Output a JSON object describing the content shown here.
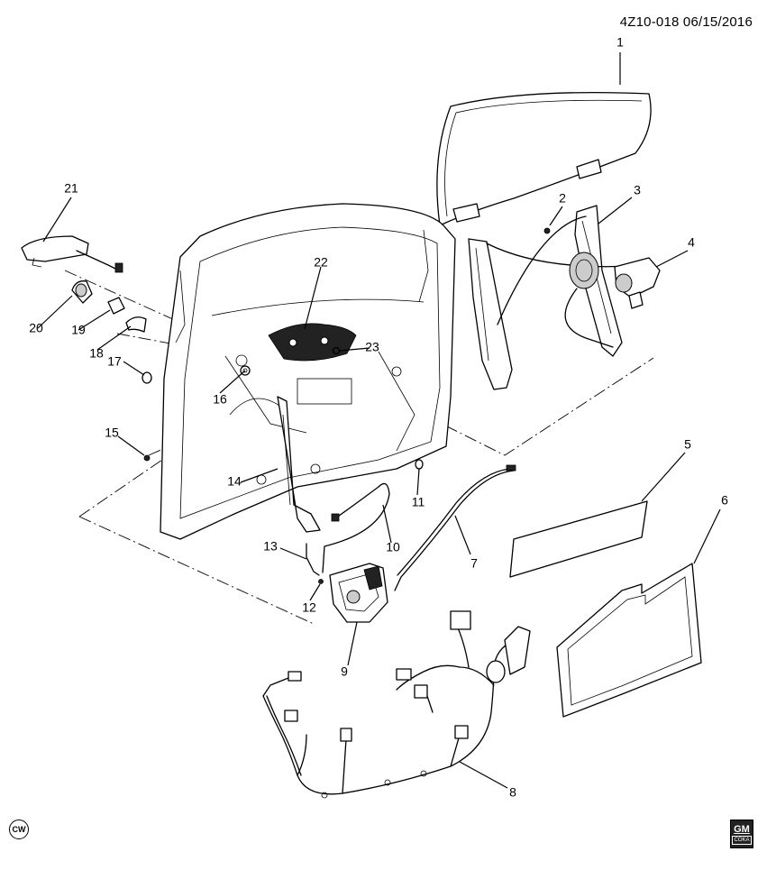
{
  "header": {
    "diagram_code": "4Z10-018",
    "date": "06/15/2016"
  },
  "callouts": [
    "1",
    "2",
    "3",
    "4",
    "5",
    "6",
    "7",
    "8",
    "9",
    "10",
    "11",
    "12",
    "13",
    "14",
    "15",
    "16",
    "17",
    "18",
    "19",
    "20",
    "21",
    "22",
    "23"
  ],
  "badges": {
    "rotation": "CW",
    "logo": "GM",
    "logo_sub": "COKA"
  }
}
